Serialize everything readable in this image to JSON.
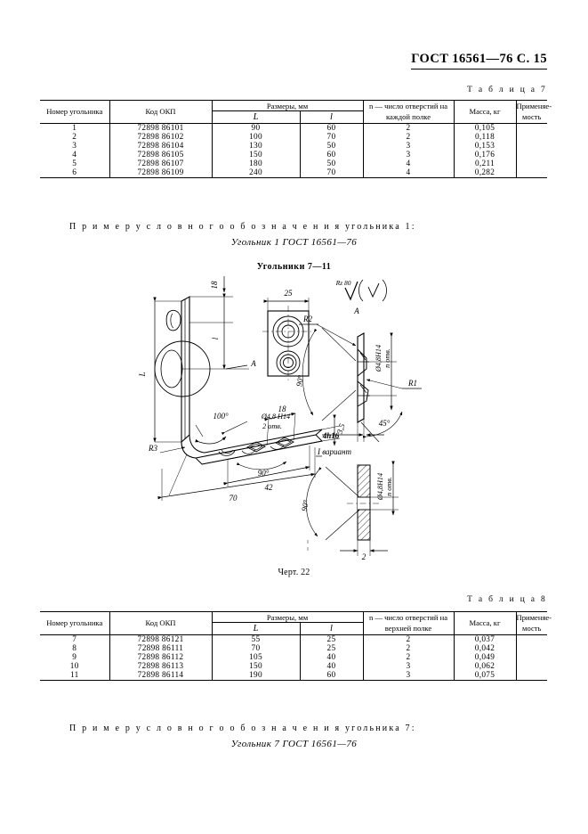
{
  "header": {
    "standard_line": "ГОСТ 16561—76 С. 15"
  },
  "table7": {
    "caption": "Т а б л и ц а  7",
    "headers": {
      "number": "Номер угольника",
      "okp": "Код ОКП",
      "dimensions": "Размеры, мм",
      "dim_L": "L",
      "dim_l": "l",
      "holes": "n — число отверстий на каждой полке",
      "mass": "Масса, кг",
      "applicability": "Применяе- мость"
    },
    "rows": [
      {
        "number": "1",
        "okp": "72898 86101",
        "L": "90",
        "l": "60",
        "holes": "2",
        "mass": "0,105",
        "applicability": ""
      },
      {
        "number": "2",
        "okp": "72898 86102",
        "L": "100",
        "l": "70",
        "holes": "2",
        "mass": "0,118",
        "applicability": ""
      },
      {
        "number": "3",
        "okp": "72898 86104",
        "L": "130",
        "l": "50",
        "holes": "3",
        "mass": "0,153",
        "applicability": ""
      },
      {
        "number": "4",
        "okp": "72898 86105",
        "L": "150",
        "l": "60",
        "holes": "3",
        "mass": "0,176",
        "applicability": ""
      },
      {
        "number": "5",
        "okp": "72898 86107",
        "L": "180",
        "l": "50",
        "holes": "4",
        "mass": "0,211",
        "applicability": ""
      },
      {
        "number": "6",
        "okp": "72898 86109",
        "L": "240",
        "l": "70",
        "holes": "4",
        "mass": "0,282",
        "applicability": ""
      }
    ]
  },
  "example1": {
    "intro": "П р и м е р   у с л о в н о г о   о б о з н а ч е н и я   угольника 1:",
    "designation": "Угольник 1 ГОСТ 16561—76"
  },
  "section_title": "Угольники 7—11",
  "drawing": {
    "labels": {
      "surface_finish": "Rz 80",
      "detail_a": "A",
      "detail_a_arrow": "A",
      "dim_L": "L",
      "dim_l": "l",
      "dim_18_vert": "18",
      "dim_25": "25",
      "dim_18": "18",
      "dim_70": "70",
      "dim_42": "42",
      "dim_35": "3,5",
      "dim_2": "2",
      "angle_100": "100°",
      "angle_90_bottom": "90°",
      "angle_90_detail": "90°",
      "angle_90_variant": "90°",
      "angle_45": "45°",
      "radius_R1": "R1",
      "radius_R2": "R2",
      "radius_R3": "R3",
      "hole_main": "Ø4,8 H14",
      "hole_main_qty": "2 отв.",
      "hole_detail": "Ø4,8H14",
      "hole_detail_qty": "n отв.",
      "hole_variant": "Ø4,8H14",
      "hole_variant_qty": "n отв.",
      "thickness": "4h16",
      "variant": "I вариант"
    }
  },
  "figure": {
    "caption": "Черт. 22"
  },
  "table8": {
    "caption": "Т а б л и ц а  8",
    "headers": {
      "number": "Номер угольника",
      "okp": "Код ОКП",
      "dimensions": "Размеры, мм",
      "dim_L": "L",
      "dim_l": "l",
      "holes": "n — число отверстий на верхней полке",
      "mass": "Масса, кг",
      "applicability": "Применяе- мость"
    },
    "rows": [
      {
        "number": "7",
        "okp": "72898 86121",
        "L": "55",
        "l": "25",
        "holes": "2",
        "mass": "0,037",
        "applicability": ""
      },
      {
        "number": "8",
        "okp": "72898 86111",
        "L": "70",
        "l": "25",
        "holes": "2",
        "mass": "0,042",
        "applicability": ""
      },
      {
        "number": "9",
        "okp": "72898 86112",
        "L": "105",
        "l": "40",
        "holes": "2",
        "mass": "0,049",
        "applicability": ""
      },
      {
        "number": "10",
        "okp": "72898 86113",
        "L": "150",
        "l": "40",
        "holes": "3",
        "mass": "0,062",
        "applicability": ""
      },
      {
        "number": "11",
        "okp": "72898 86114",
        "L": "190",
        "l": "60",
        "holes": "3",
        "mass": "0,075",
        "applicability": ""
      }
    ]
  },
  "example2": {
    "intro": "П р и м е р   у с л о в н о г о   о б о з н а ч е н и я   угольника 7:",
    "designation": "Угольник 7 ГОСТ 16561—76"
  }
}
